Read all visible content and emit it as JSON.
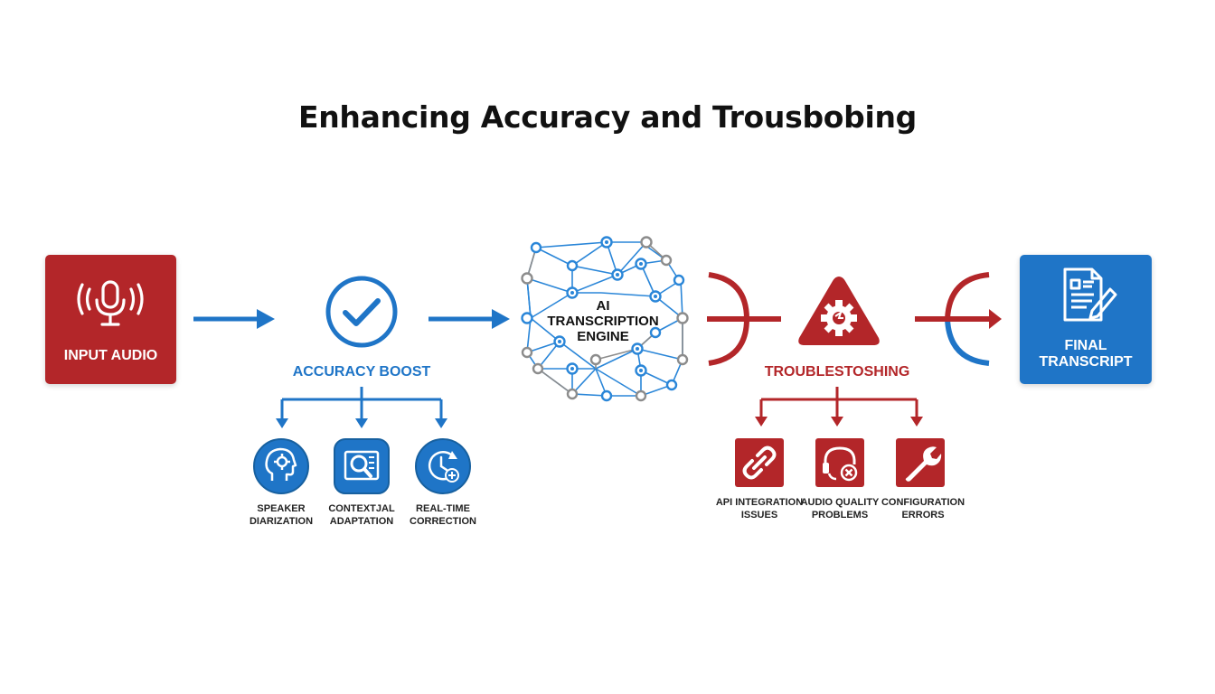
{
  "title": "Enhancing Accuracy and Trousbobing",
  "colors": {
    "red": "#b32629",
    "blue": "#1f75c7",
    "gray": "#9a9a9a"
  },
  "input": {
    "label": "INPUT AUDIO",
    "icon": "microphone-icon"
  },
  "accuracy": {
    "title": "ACCURACY BOOST",
    "icon": "checkmark-circle-icon",
    "items": [
      {
        "line1": "SPEAKER",
        "line2": "DIARIZATION",
        "icon": "head-gear-icon"
      },
      {
        "line1": "CONTEXTJAL",
        "line2": "ADAPTATION",
        "icon": "document-magnifier-icon"
      },
      {
        "line1": "REAL-TIME",
        "line2": "CORRECTION",
        "icon": "clock-plus-icon"
      }
    ]
  },
  "engine": {
    "line1": "AI",
    "line2": "TRANSCRIPTION",
    "line3": "ENGINE",
    "icon": "neural-network-icon"
  },
  "trouble": {
    "title": "TROUBLESTOSHING",
    "icon": "warning-gear-icon",
    "items": [
      {
        "line1": "API INTEGRATION",
        "line2": "ISSUES",
        "icon": "chain-link-icon"
      },
      {
        "line1": "AUDIO QUALITY",
        "line2": "PROBLEMS",
        "icon": "headset-error-icon"
      },
      {
        "line1": "CONFIGURATION",
        "line2": "ERRORS",
        "icon": "wrench-icon"
      }
    ]
  },
  "output": {
    "line1": "FINAL",
    "line2": "TRANSCRIPT",
    "icon": "document-pen-icon"
  }
}
